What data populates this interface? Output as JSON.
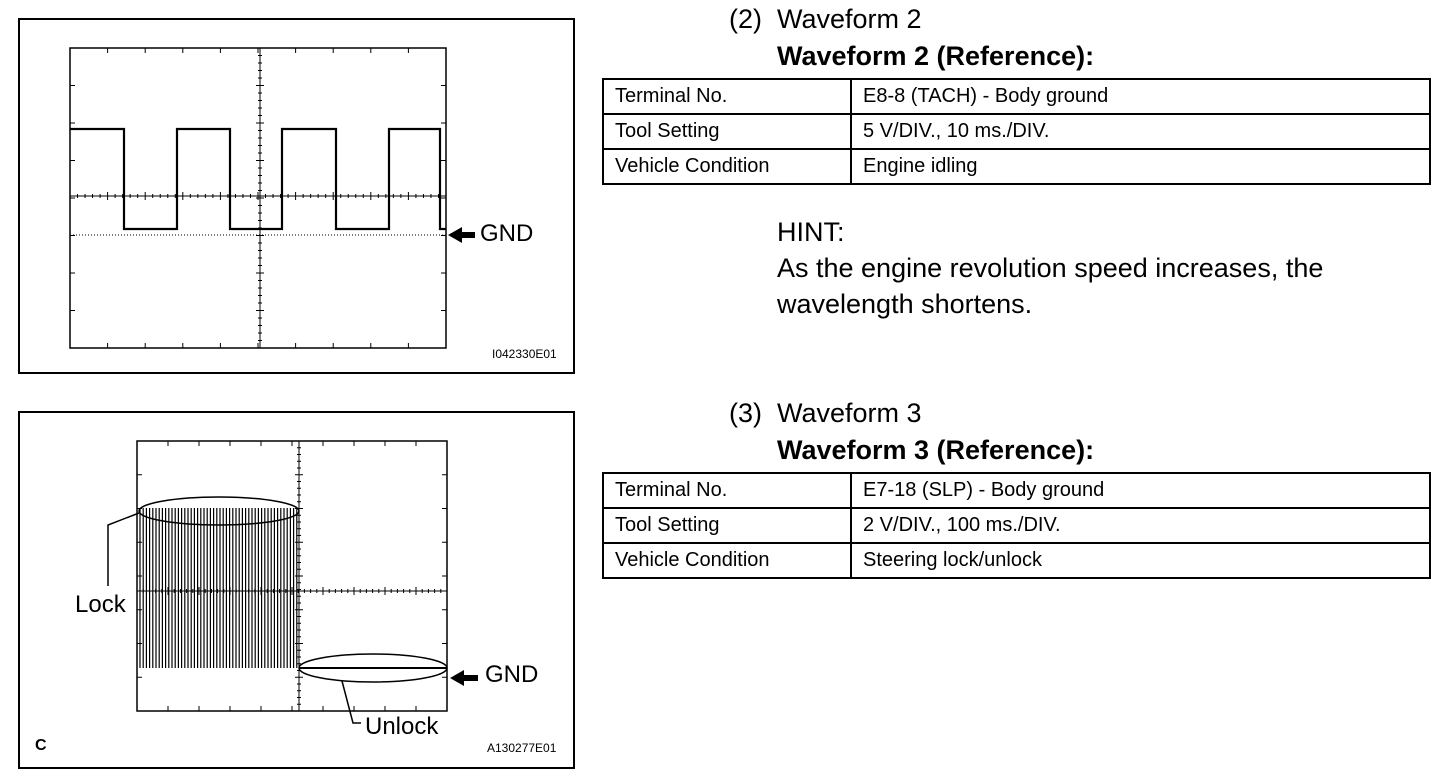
{
  "figure1": {
    "id_label": "I042330E01",
    "gnd_label": "GND"
  },
  "figure2": {
    "id_label": "A130277E01",
    "corner_letter": "C",
    "gnd_label": "GND",
    "lock_label": "Lock",
    "unlock_label": "Unlock"
  },
  "section2": {
    "number": "(2)",
    "title": "Waveform 2",
    "reference_title": "Waveform 2 (Reference):",
    "rows": [
      {
        "key": "Terminal No.",
        "value": "E8-8 (TACH) - Body ground"
      },
      {
        "key": "Tool Setting",
        "value": "5 V/DIV., 10 ms./DIV."
      },
      {
        "key": "Vehicle Condition",
        "value": "Engine idling"
      }
    ],
    "hint_label": "HINT:",
    "hint_line1": "As the engine revolution speed increases, the",
    "hint_line2": "wavelength shortens."
  },
  "section3": {
    "number": "(3)",
    "title": "Waveform 3",
    "reference_title": "Waveform 3 (Reference):",
    "rows": [
      {
        "key": "Terminal No.",
        "value": "E7-18 (SLP) - Body ground"
      },
      {
        "key": "Tool Setting",
        "value": "2 V/DIV., 100 ms./DIV."
      },
      {
        "key": "Vehicle Condition",
        "value": "Steering lock/unlock"
      }
    ]
  }
}
